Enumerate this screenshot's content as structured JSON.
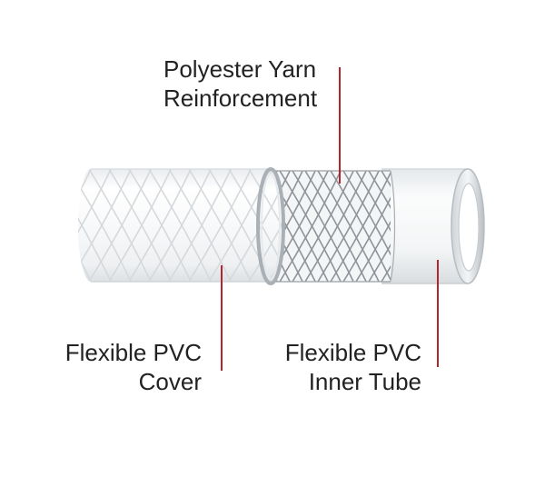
{
  "labels": {
    "yarn": {
      "line1": "Polyester Yarn",
      "line2": "Reinforcement"
    },
    "cover": {
      "line1": "Flexible PVC",
      "line2": "Cover"
    },
    "inner": {
      "line1": "Flexible PVC",
      "line2": "Inner Tube"
    }
  },
  "colors": {
    "leader_line": "#b3262c",
    "text": "#222222",
    "braid": "#8e9499",
    "tube_edge": "#c4c9cd"
  }
}
